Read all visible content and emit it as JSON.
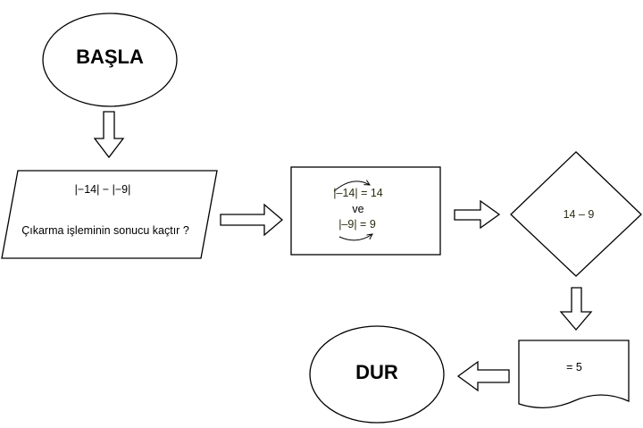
{
  "nodes": {
    "start": {
      "label": "BAŞLA"
    },
    "input": {
      "line1": "|−14| − |−9|",
      "line2": "Çıkarma işleminin sonucu kaçtır ?"
    },
    "process": {
      "line1": "|–14| = 14",
      "line2": "ve",
      "line3": "|–9| = 9"
    },
    "decision": {
      "label": "14 – 9"
    },
    "output": {
      "label": "= 5"
    },
    "end": {
      "label": "DUR"
    }
  }
}
